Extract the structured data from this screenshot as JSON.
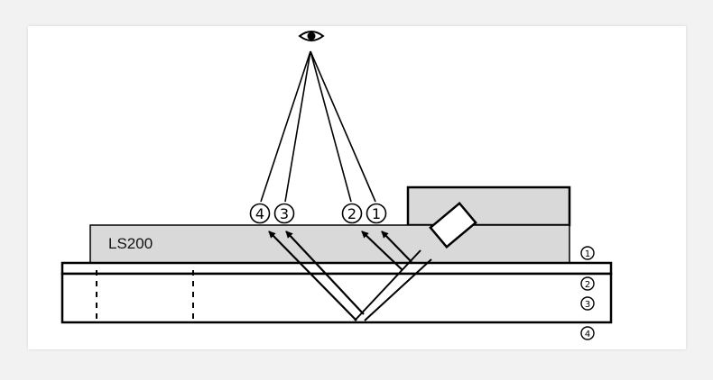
{
  "device": {
    "label": "LS200"
  },
  "colors": {
    "device_fill": "#d9d9d9",
    "stroke": "#000000",
    "card": "#ffffff",
    "background": "#f2f2f2"
  },
  "sight_markers": [
    "4",
    "3",
    "2",
    "1"
  ],
  "surface_markers": [
    "1",
    "2",
    "3",
    "4"
  ]
}
